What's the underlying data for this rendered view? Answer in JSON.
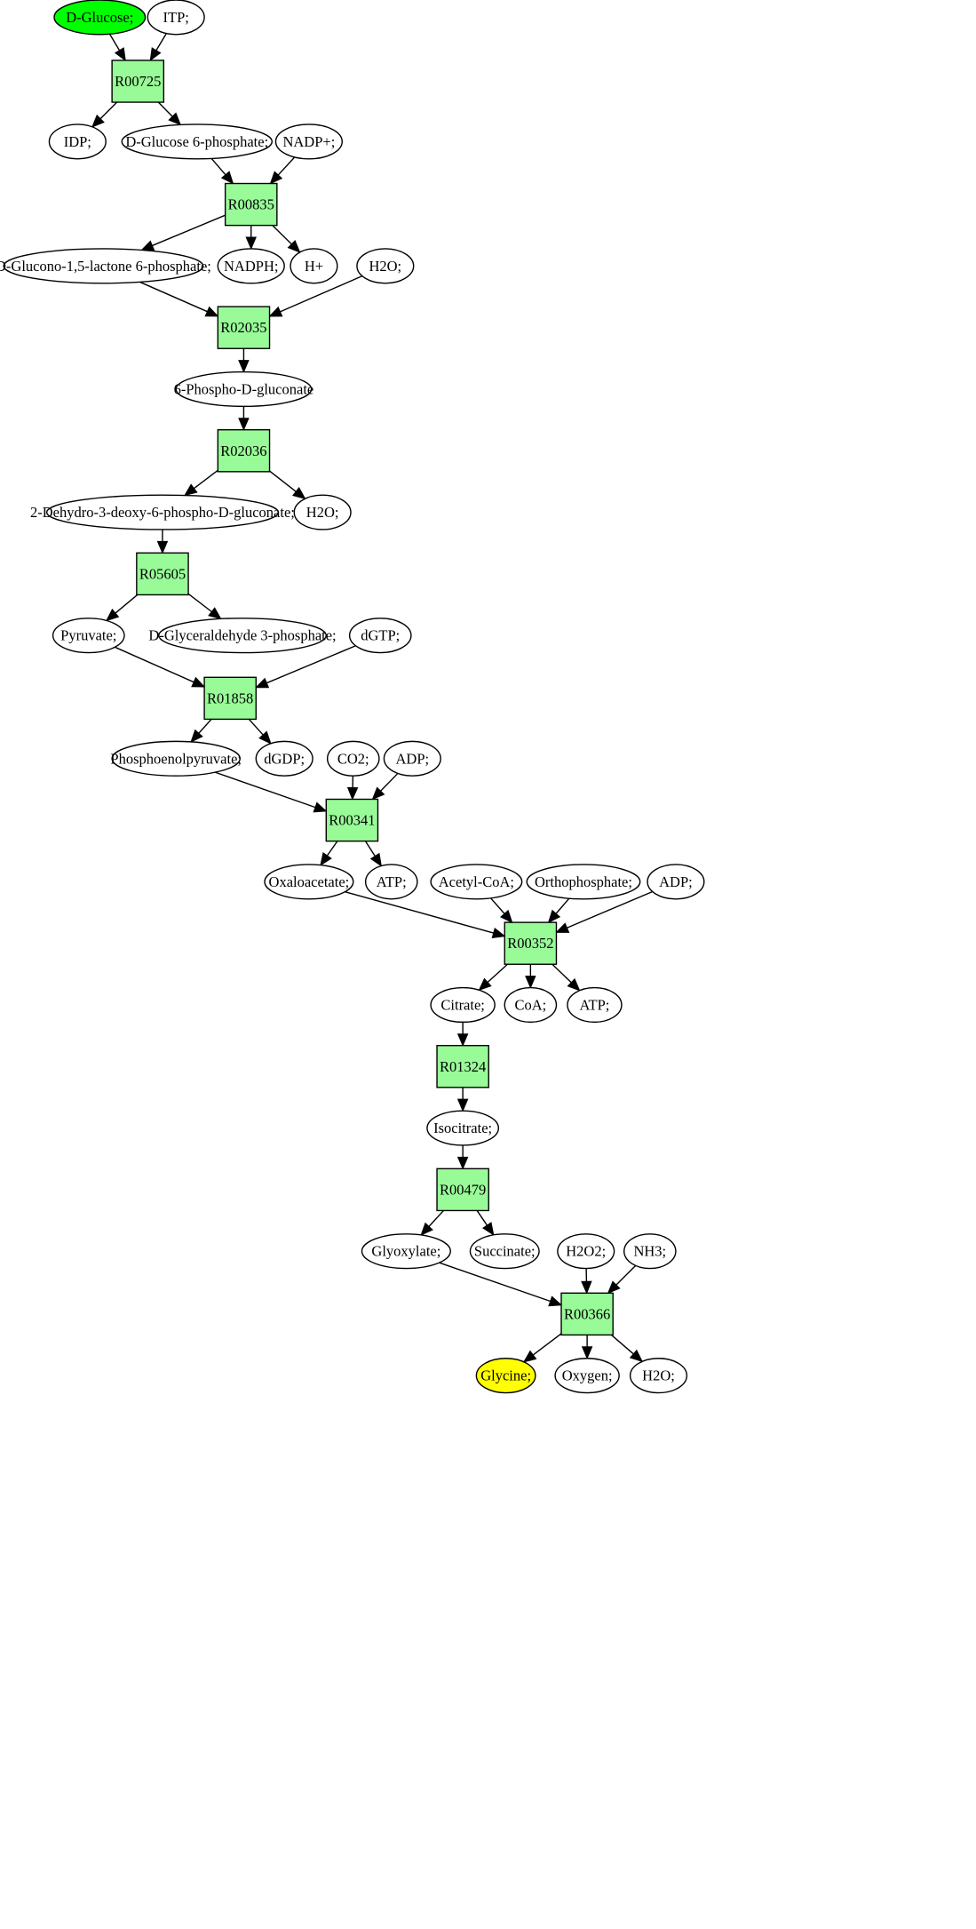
{
  "colors": {
    "reaction_fill": "#98fb98",
    "compound_fill": "#ffffff",
    "source_fill": "#00ff00",
    "target_fill": "#ffff00",
    "stroke": "#000000"
  },
  "nodes": [
    {
      "id": "c_dglucose",
      "type": "compound",
      "label": "D-Glucose;",
      "role": "source"
    },
    {
      "id": "c_itp",
      "type": "compound",
      "label": "ITP;"
    },
    {
      "id": "r_R00725",
      "type": "reaction",
      "label": "R00725"
    },
    {
      "id": "c_idp",
      "type": "compound",
      "label": "IDP;"
    },
    {
      "id": "c_g6p",
      "type": "compound",
      "label": "D-Glucose 6-phosphate;"
    },
    {
      "id": "c_nadp",
      "type": "compound",
      "label": "NADP+;"
    },
    {
      "id": "r_R00835",
      "type": "reaction",
      "label": "R00835"
    },
    {
      "id": "c_gluconolactone",
      "type": "compound",
      "label": "D-Glucono-1,5-lactone 6-phosphate;"
    },
    {
      "id": "c_nadph",
      "type": "compound",
      "label": "NADPH;"
    },
    {
      "id": "c_hplus",
      "type": "compound",
      "label": "H+"
    },
    {
      "id": "c_h2o_1",
      "type": "compound",
      "label": "H2O;"
    },
    {
      "id": "r_R02035",
      "type": "reaction",
      "label": "R02035"
    },
    {
      "id": "c_6pg",
      "type": "compound",
      "label": "6-Phospho-D-gluconate"
    },
    {
      "id": "r_R02036",
      "type": "reaction",
      "label": "R02036"
    },
    {
      "id": "c_kdpg",
      "type": "compound",
      "label": "2-Dehydro-3-deoxy-6-phospho-D-gluconate;"
    },
    {
      "id": "c_h2o_2",
      "type": "compound",
      "label": "H2O;"
    },
    {
      "id": "r_R05605",
      "type": "reaction",
      "label": "R05605"
    },
    {
      "id": "c_pyruvate",
      "type": "compound",
      "label": "Pyruvate;"
    },
    {
      "id": "c_g3p",
      "type": "compound",
      "label": "D-Glyceraldehyde 3-phosphate;"
    },
    {
      "id": "c_dgtp",
      "type": "compound",
      "label": "dGTP;"
    },
    {
      "id": "r_R01858",
      "type": "reaction",
      "label": "R01858"
    },
    {
      "id": "c_pep",
      "type": "compound",
      "label": "Phosphoenolpyruvate;"
    },
    {
      "id": "c_dgdp",
      "type": "compound",
      "label": "dGDP;"
    },
    {
      "id": "c_co2",
      "type": "compound",
      "label": "CO2;"
    },
    {
      "id": "c_adp_1",
      "type": "compound",
      "label": "ADP;"
    },
    {
      "id": "r_R00341",
      "type": "reaction",
      "label": "R00341"
    },
    {
      "id": "c_oxaloacetate",
      "type": "compound",
      "label": "Oxaloacetate;"
    },
    {
      "id": "c_atp_1",
      "type": "compound",
      "label": "ATP;"
    },
    {
      "id": "c_acetylcoa",
      "type": "compound",
      "label": "Acetyl-CoA;"
    },
    {
      "id": "c_orthophosphate",
      "type": "compound",
      "label": "Orthophosphate;"
    },
    {
      "id": "c_adp_2",
      "type": "compound",
      "label": "ADP;"
    },
    {
      "id": "r_R00352",
      "type": "reaction",
      "label": "R00352"
    },
    {
      "id": "c_citrate",
      "type": "compound",
      "label": "Citrate;"
    },
    {
      "id": "c_coa",
      "type": "compound",
      "label": "CoA;"
    },
    {
      "id": "c_atp_2",
      "type": "compound",
      "label": "ATP;"
    },
    {
      "id": "r_R01324",
      "type": "reaction",
      "label": "R01324"
    },
    {
      "id": "c_isocitrate",
      "type": "compound",
      "label": "Isocitrate;"
    },
    {
      "id": "r_R00479",
      "type": "reaction",
      "label": "R00479"
    },
    {
      "id": "c_glyoxylate",
      "type": "compound",
      "label": "Glyoxylate;"
    },
    {
      "id": "c_succinate",
      "type": "compound",
      "label": "Succinate;"
    },
    {
      "id": "c_h2o2",
      "type": "compound",
      "label": "H2O2;"
    },
    {
      "id": "c_nh3",
      "type": "compound",
      "label": "NH3;"
    },
    {
      "id": "r_R00366",
      "type": "reaction",
      "label": "R00366"
    },
    {
      "id": "c_glycine",
      "type": "compound",
      "label": "Glycine;",
      "role": "target"
    },
    {
      "id": "c_oxygen",
      "type": "compound",
      "label": "Oxygen;"
    },
    {
      "id": "c_h2o_3",
      "type": "compound",
      "label": "H2O;"
    }
  ],
  "edges": [
    [
      "c_dglucose",
      "r_R00725"
    ],
    [
      "c_itp",
      "r_R00725"
    ],
    [
      "r_R00725",
      "c_idp"
    ],
    [
      "r_R00725",
      "c_g6p"
    ],
    [
      "c_g6p",
      "r_R00835"
    ],
    [
      "c_nadp",
      "r_R00835"
    ],
    [
      "r_R00835",
      "c_gluconolactone"
    ],
    [
      "r_R00835",
      "c_nadph"
    ],
    [
      "r_R00835",
      "c_hplus"
    ],
    [
      "c_gluconolactone",
      "r_R02035"
    ],
    [
      "c_h2o_1",
      "r_R02035"
    ],
    [
      "r_R02035",
      "c_6pg"
    ],
    [
      "c_6pg",
      "r_R02036"
    ],
    [
      "r_R02036",
      "c_kdpg"
    ],
    [
      "r_R02036",
      "c_h2o_2"
    ],
    [
      "c_kdpg",
      "r_R05605"
    ],
    [
      "r_R05605",
      "c_pyruvate"
    ],
    [
      "r_R05605",
      "c_g3p"
    ],
    [
      "c_pyruvate",
      "r_R01858"
    ],
    [
      "c_dgtp",
      "r_R01858"
    ],
    [
      "r_R01858",
      "c_pep"
    ],
    [
      "r_R01858",
      "c_dgdp"
    ],
    [
      "c_pep",
      "r_R00341"
    ],
    [
      "c_co2",
      "r_R00341"
    ],
    [
      "c_adp_1",
      "r_R00341"
    ],
    [
      "r_R00341",
      "c_oxaloacetate"
    ],
    [
      "r_R00341",
      "c_atp_1"
    ],
    [
      "c_oxaloacetate",
      "r_R00352"
    ],
    [
      "c_acetylcoa",
      "r_R00352"
    ],
    [
      "c_orthophosphate",
      "r_R00352"
    ],
    [
      "c_adp_2",
      "r_R00352"
    ],
    [
      "r_R00352",
      "c_citrate"
    ],
    [
      "r_R00352",
      "c_coa"
    ],
    [
      "r_R00352",
      "c_atp_2"
    ],
    [
      "c_citrate",
      "r_R01324"
    ],
    [
      "r_R01324",
      "c_isocitrate"
    ],
    [
      "c_isocitrate",
      "r_R00479"
    ],
    [
      "r_R00479",
      "c_glyoxylate"
    ],
    [
      "r_R00479",
      "c_succinate"
    ],
    [
      "c_glyoxylate",
      "r_R00366"
    ],
    [
      "c_h2o2",
      "r_R00366"
    ],
    [
      "c_nh3",
      "r_R00366"
    ],
    [
      "r_R00366",
      "c_glycine"
    ],
    [
      "r_R00366",
      "c_oxygen"
    ],
    [
      "r_R00366",
      "c_h2o_3"
    ]
  ]
}
